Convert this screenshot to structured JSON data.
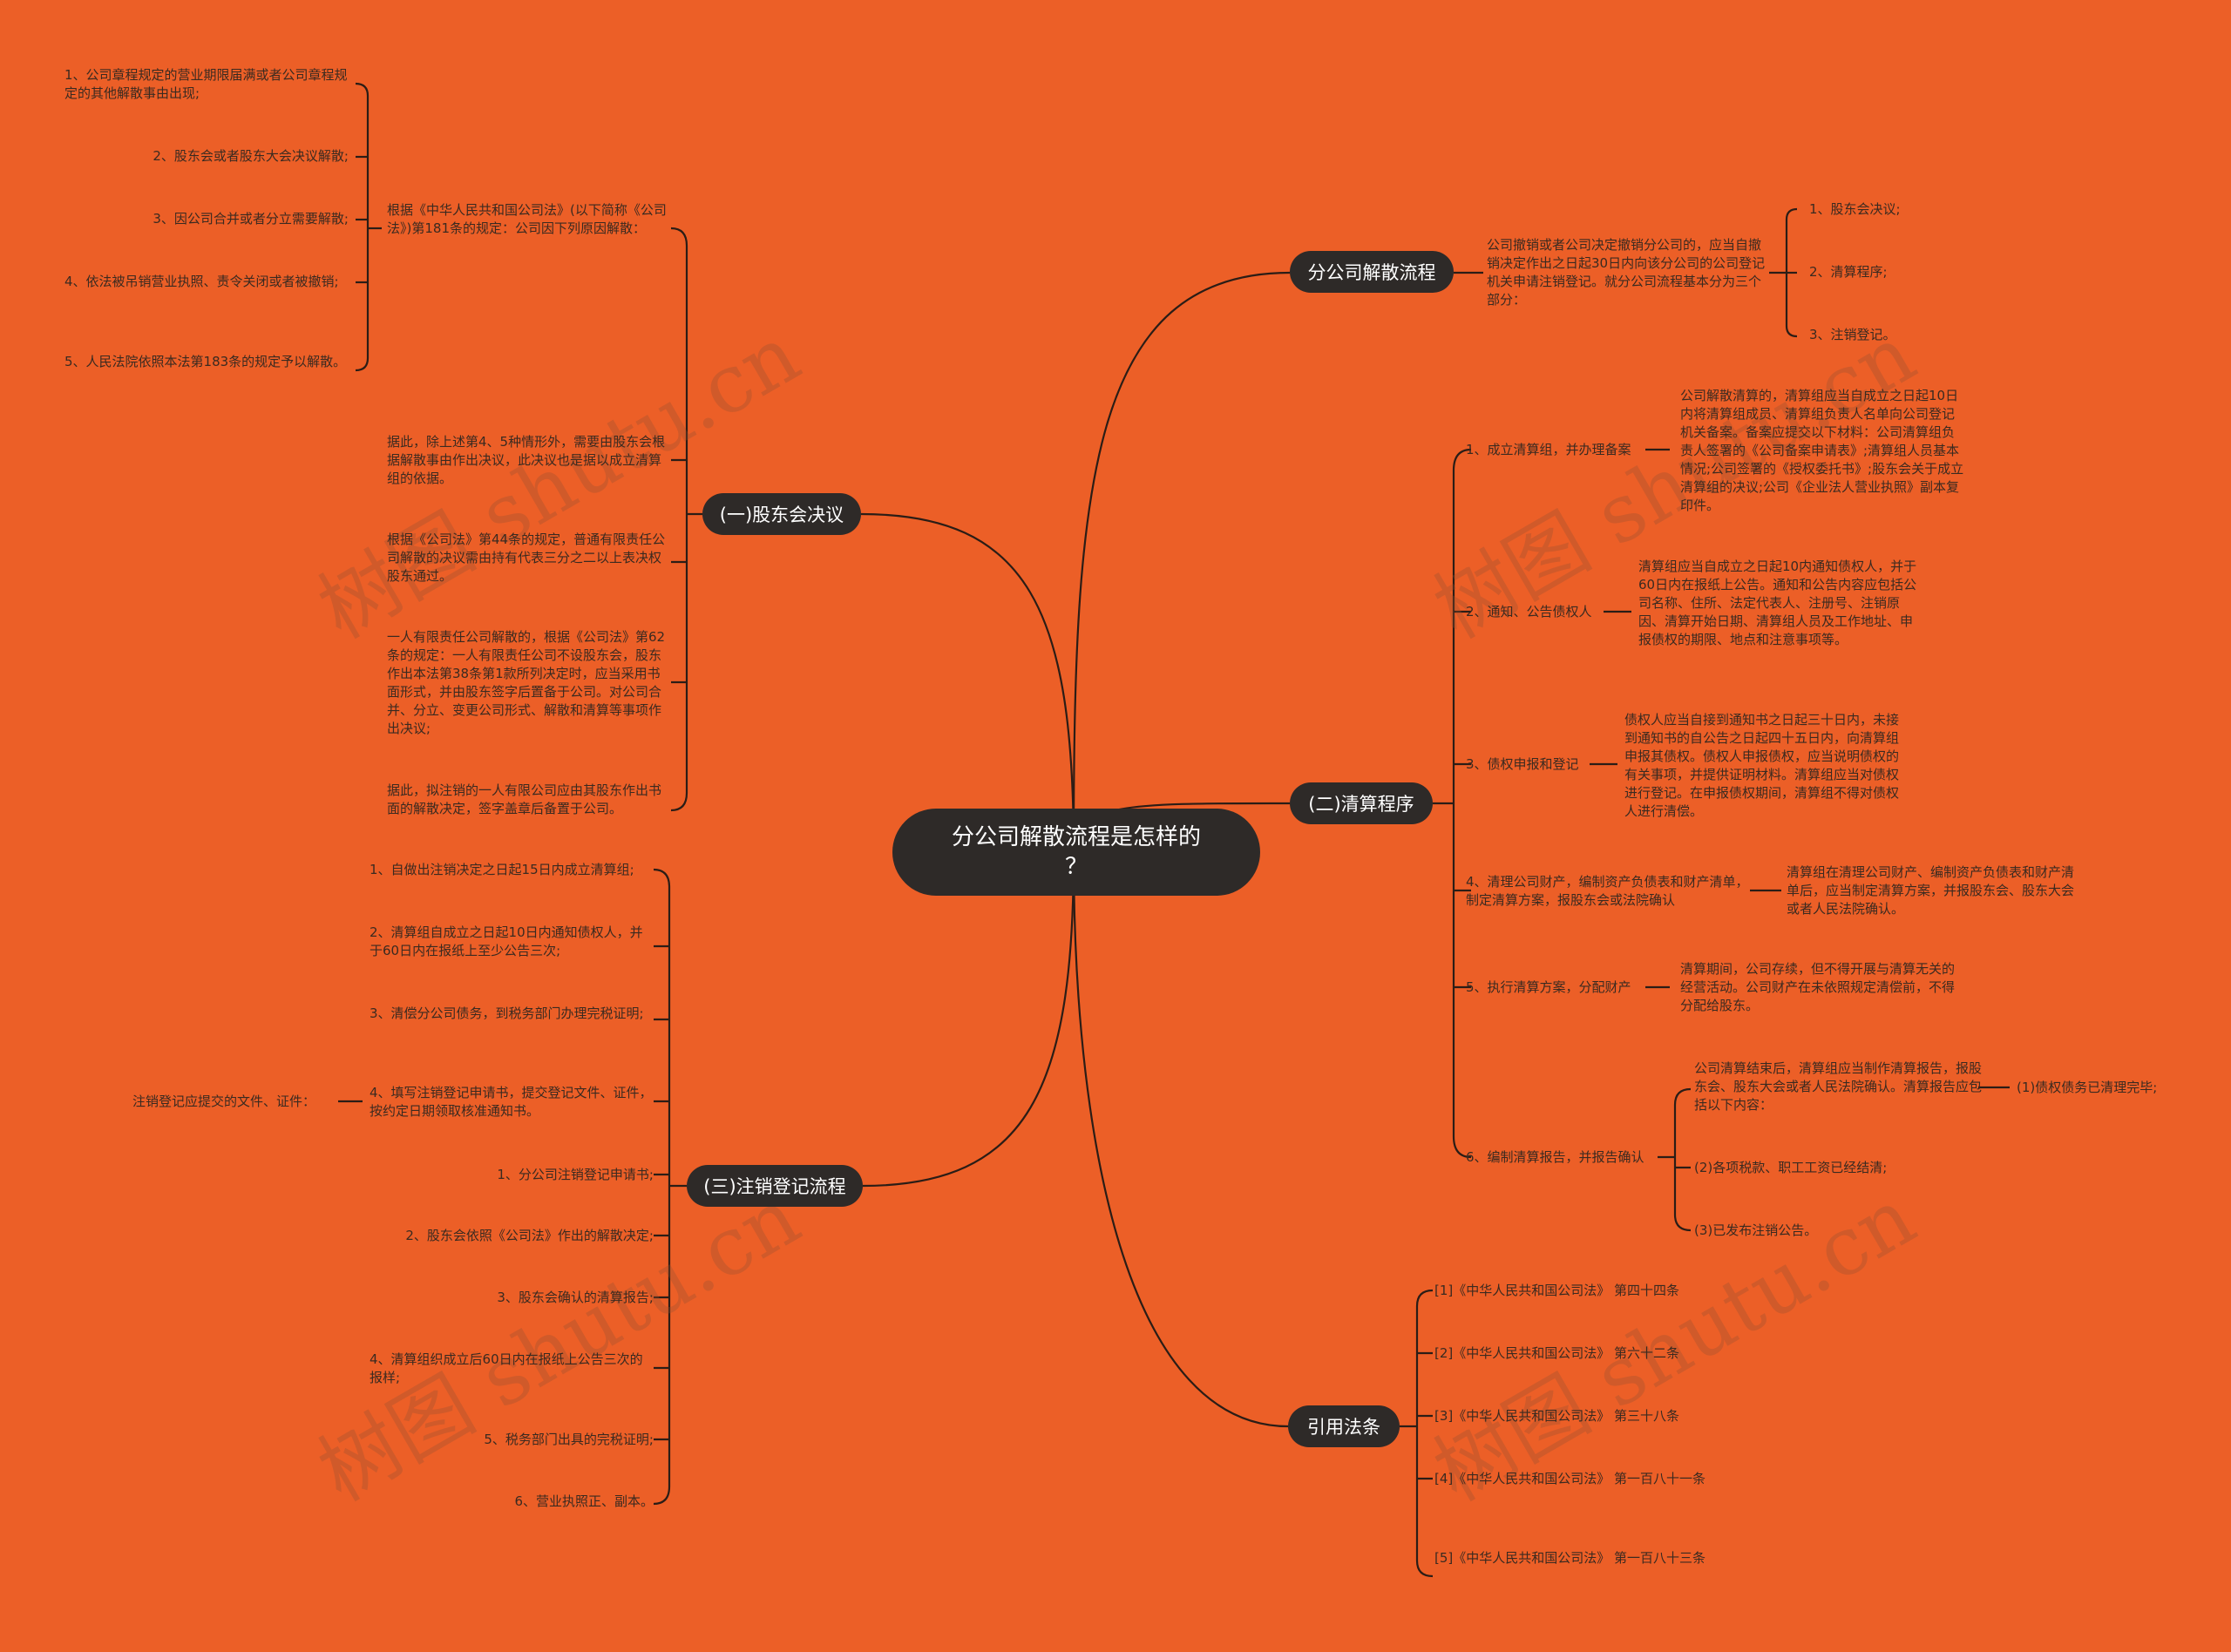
{
  "watermark": "树图 shutu.cn",
  "root": "分公司解散流程是怎样的\n？",
  "branches": {
    "b1": "分公司解散流程",
    "b2": "(一)股东会决议",
    "b3": "(二)清算程序",
    "b4": "(三)注销登记流程",
    "b5": "引用法条"
  },
  "b1": {
    "intro": "公司撤销或者公司决定撤销分公司的，应当自撤销决定作出之日起30日内向该分公司的公司登记机关申请注销登记。就分公司流程基本分为三个部分：",
    "steps": [
      "1、股东会决议;",
      "2、清算程序;",
      "3、注销登记。"
    ]
  },
  "b2": {
    "law": "根据《中华人民共和国公司法》(以下简称《公司法》)第181条的规定：公司因下列原因解散：",
    "reasons": [
      "1、公司章程规定的营业期限届满或者公司章程规定的其他解散事由出现;",
      "2、股东会或者股东大会决议解散;",
      "3、因公司合并或者分立需要解散;",
      "4、依法被吊销营业执照、责令关闭或者被撤销;",
      "5、人民法院依照本法第183条的规定予以解散。"
    ],
    "p1": "据此，除上述第4、5种情形外，需要由股东会根据解散事由作出决议，此决议也是据以成立清算组的依据。",
    "p2": "根据《公司法》第44条的规定，普通有限责任公司解散的决议需由持有代表三分之二以上表决权股东通过。",
    "p3": "一人有限责任公司解散的，根据《公司法》第62条的规定：一人有限责任公司不设股东会，股东作出本法第38条第1款所列决定时，应当采用书面形式，并由股东签字后置备于公司。对公司合并、分立、变更公司形式、解散和清算等事项作出决议;",
    "p4": "据此，拟注销的一人有限公司应由其股东作出书面的解散决定，签字盖章后备置于公司。"
  },
  "b3": {
    "s1": "1、成立清算组，并办理备案",
    "s1d": "公司解散清算的，清算组应当自成立之日起10日内将清算组成员、清算组负责人名单向公司登记机关备案。备案应提交以下材料：公司清算组负责人签署的《公司备案申请表》;清算组人员基本情况;公司签署的《授权委托书》;股东会关于成立清算组的决议;公司《企业法人营业执照》副本复印件。",
    "s2": "2、通知、公告债权人",
    "s2d": "清算组应当自成立之日起10内通知债权人，并于60日内在报纸上公告。通知和公告内容应包括公司名称、住所、法定代表人、注册号、注销原因、清算开始日期、清算组人员及工作地址、申报债权的期限、地点和注意事项等。",
    "s3": "3、债权申报和登记",
    "s3d": "债权人应当自接到通知书之日起三十日内，未接到通知书的自公告之日起四十五日内，向清算组申报其债权。债权人申报债权，应当说明债权的有关事项，并提供证明材料。清算组应当对债权进行登记。在申报债权期间，清算组不得对债权人进行清偿。",
    "s4": "4、清理公司财产，编制资产负债表和财产清单，制定清算方案，报股东会或法院确认",
    "s4d": "清算组在清理公司财产、编制资产负债表和财产清单后，应当制定清算方案，并报股东会、股东大会或者人民法院确认。",
    "s5": "5、执行清算方案，分配财产",
    "s5d": "清算期间，公司存续，但不得开展与清算无关的经营活动。公司财产在未依照规定清偿前，不得分配给股东。",
    "s6": "6、编制清算报告，并报告确认",
    "s6d": "公司清算结束后，清算组应当制作清算报告，报股东会、股东大会或者人民法院确认。清算报告应包括以下内容：",
    "s6items": [
      "(1)债权债务已清理完毕;",
      "(2)各项税款、职工工资已经结清;",
      "(3)已发布注销公告。"
    ]
  },
  "b4": {
    "steps": [
      "1、自做出注销决定之日起15日内成立清算组;",
      "2、清算组自成立之日起10日内通知债权人，并于60日内在报纸上至少公告三次;",
      "3、清偿分公司债务，到税务部门办理完税证明;",
      "4、填写注销登记申请书，提交登记文件、证件，按约定日期领取核准通知书。"
    ],
    "side": "注销登记应提交的文件、证件：",
    "docs": [
      "1、分公司注销登记申请书;",
      "2、股东会依照《公司法》作出的解散决定;",
      "3、股东会确认的清算报告;",
      "4、清算组织成立后60日内在报纸上公告三次的报样;",
      "5、税务部门出具的完税证明;",
      "6、营业执照正、副本。"
    ]
  },
  "b5": {
    "refs": [
      "[1]《中华人民共和国公司法》 第四十四条",
      "[2]《中华人民共和国公司法》 第六十二条",
      "[3]《中华人民共和国公司法》 第三十八条",
      "[4]《中华人民共和国公司法》 第一百八十一条",
      "[5]《中华人民共和国公司法》 第一百八十三条"
    ]
  }
}
